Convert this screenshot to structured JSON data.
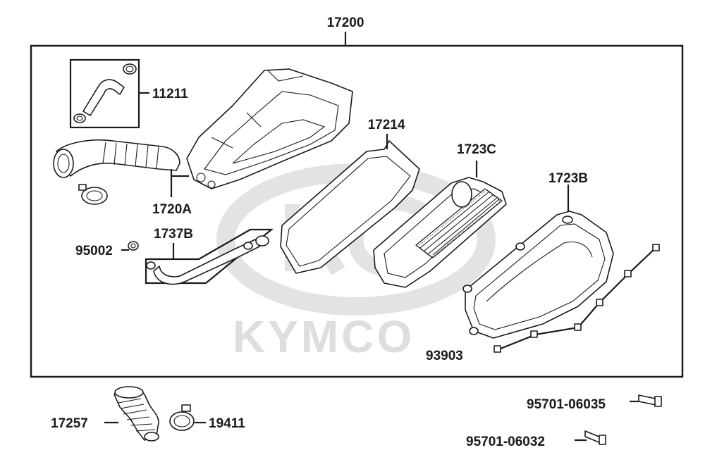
{
  "brand_watermark": "KYMCO",
  "labels": {
    "assembly": "17200",
    "hose_kit": "11211",
    "filter_element": "17214",
    "cap_c": "1723C",
    "cover_b": "1723B",
    "inlet_duct": "1720A",
    "drain_tube": "1737B",
    "clip": "95002",
    "screw": "93903",
    "intake_duct": "17257",
    "band_clamp": "19411",
    "bolt_35": "95701-06035",
    "bolt_32": "95701-06032"
  },
  "colors": {
    "line": "#1a1a1a",
    "watermark": "#dedede",
    "background": "#ffffff"
  }
}
